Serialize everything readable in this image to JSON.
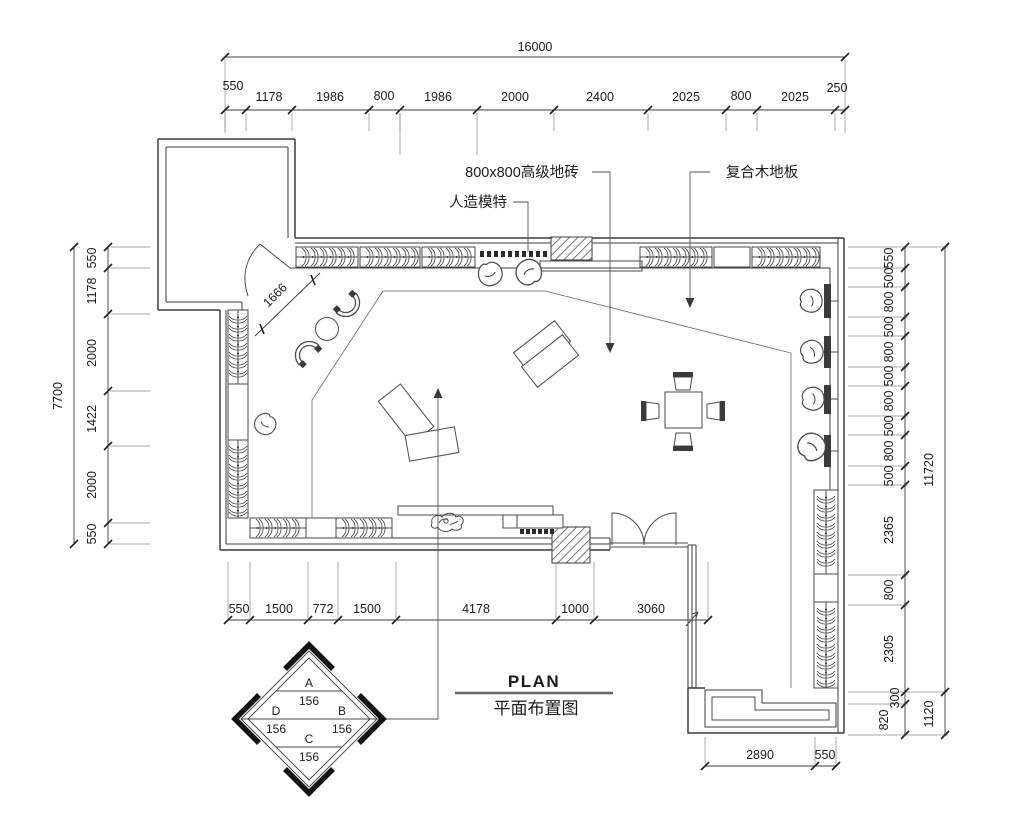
{
  "drawing": {
    "title_en": "PLAN",
    "title_zh": "平面布置图",
    "annotations": {
      "floor_tile": "800x800高级地砖",
      "mannequin": "人造模特",
      "wood_floor": "复合木地板"
    },
    "dimensions": {
      "top": {
        "total": "16000",
        "segments": [
          "550",
          "1178",
          "1986",
          "800",
          "1986",
          "2000",
          "2400",
          "2025",
          "800",
          "2025",
          "250"
        ]
      },
      "left": {
        "total": "7700",
        "segments": [
          "550",
          "1178",
          "2000",
          "1422",
          "2000",
          "550"
        ]
      },
      "right": {
        "total_main": "11720",
        "total_lower": "1120",
        "segments": [
          "550",
          "500",
          "800",
          "500",
          "800",
          "500",
          "800",
          "500",
          "800",
          "500",
          "2365",
          "800",
          "2305",
          "300",
          "820"
        ]
      },
      "bottom": {
        "segments": [
          "550",
          "1500",
          "772",
          "1500",
          "4178",
          "1000",
          "3060"
        ]
      },
      "bottom_right": {
        "segments": [
          "2890",
          "550"
        ]
      },
      "door": "1666"
    },
    "tile_legend": {
      "cells": [
        {
          "label": "A",
          "value": "156"
        },
        {
          "label": "B",
          "value": "156"
        },
        {
          "label": "C",
          "value": "156"
        },
        {
          "label": "D",
          "value": "156"
        }
      ]
    },
    "colors": {
      "line": "#3b3b3b",
      "text": "#1b1b1b",
      "background": "#ffffff"
    }
  }
}
